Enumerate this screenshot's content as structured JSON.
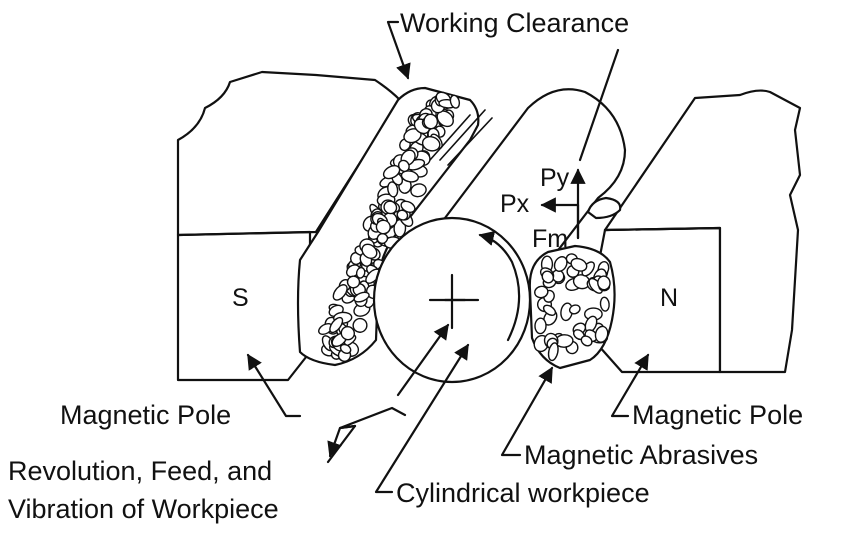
{
  "labels": {
    "working_clearance": "Working Clearance",
    "magnetic_pole_left": "Magnetic Pole",
    "magnetic_pole_right": "Magnetic Pole",
    "magnetic_abrasives": "Magnetic Abrasives",
    "cylindrical_workpiece": "Cylindrical workpiece",
    "motion_line1": "Revolution, Feed, and",
    "motion_line2": "Vibration of Workpiece",
    "pole_s": "S",
    "pole_n": "N",
    "force_py": "Py",
    "force_px": "Px",
    "force_fm": "Fm"
  }
}
